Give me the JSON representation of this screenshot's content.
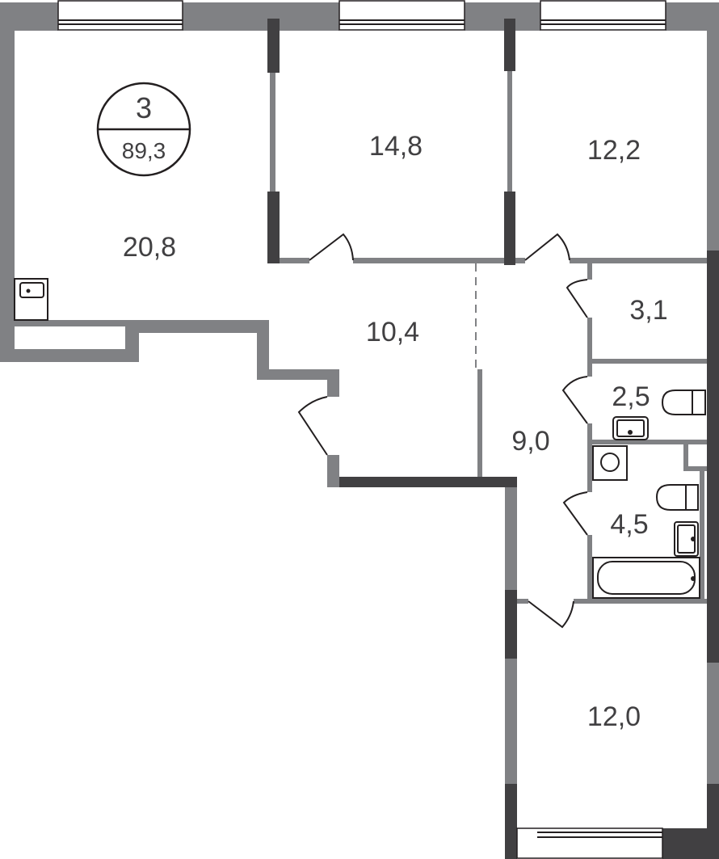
{
  "plan": {
    "rooms_count": "3",
    "total_area": "89,3",
    "rooms": [
      {
        "id": "living-kitchen",
        "area": "20,8"
      },
      {
        "id": "bedroom-1",
        "area": "14,8"
      },
      {
        "id": "bedroom-2",
        "area": "12,2"
      },
      {
        "id": "hall",
        "area": "10,4"
      },
      {
        "id": "storage",
        "area": "3,1"
      },
      {
        "id": "toilet",
        "area": "2,5"
      },
      {
        "id": "corridor",
        "area": "9,0"
      },
      {
        "id": "bathroom",
        "area": "4,5"
      },
      {
        "id": "bedroom-3",
        "area": "12,0"
      }
    ]
  },
  "colors": {
    "wall": "#808184",
    "bearing_wall": "#414042",
    "text": "#414042"
  }
}
